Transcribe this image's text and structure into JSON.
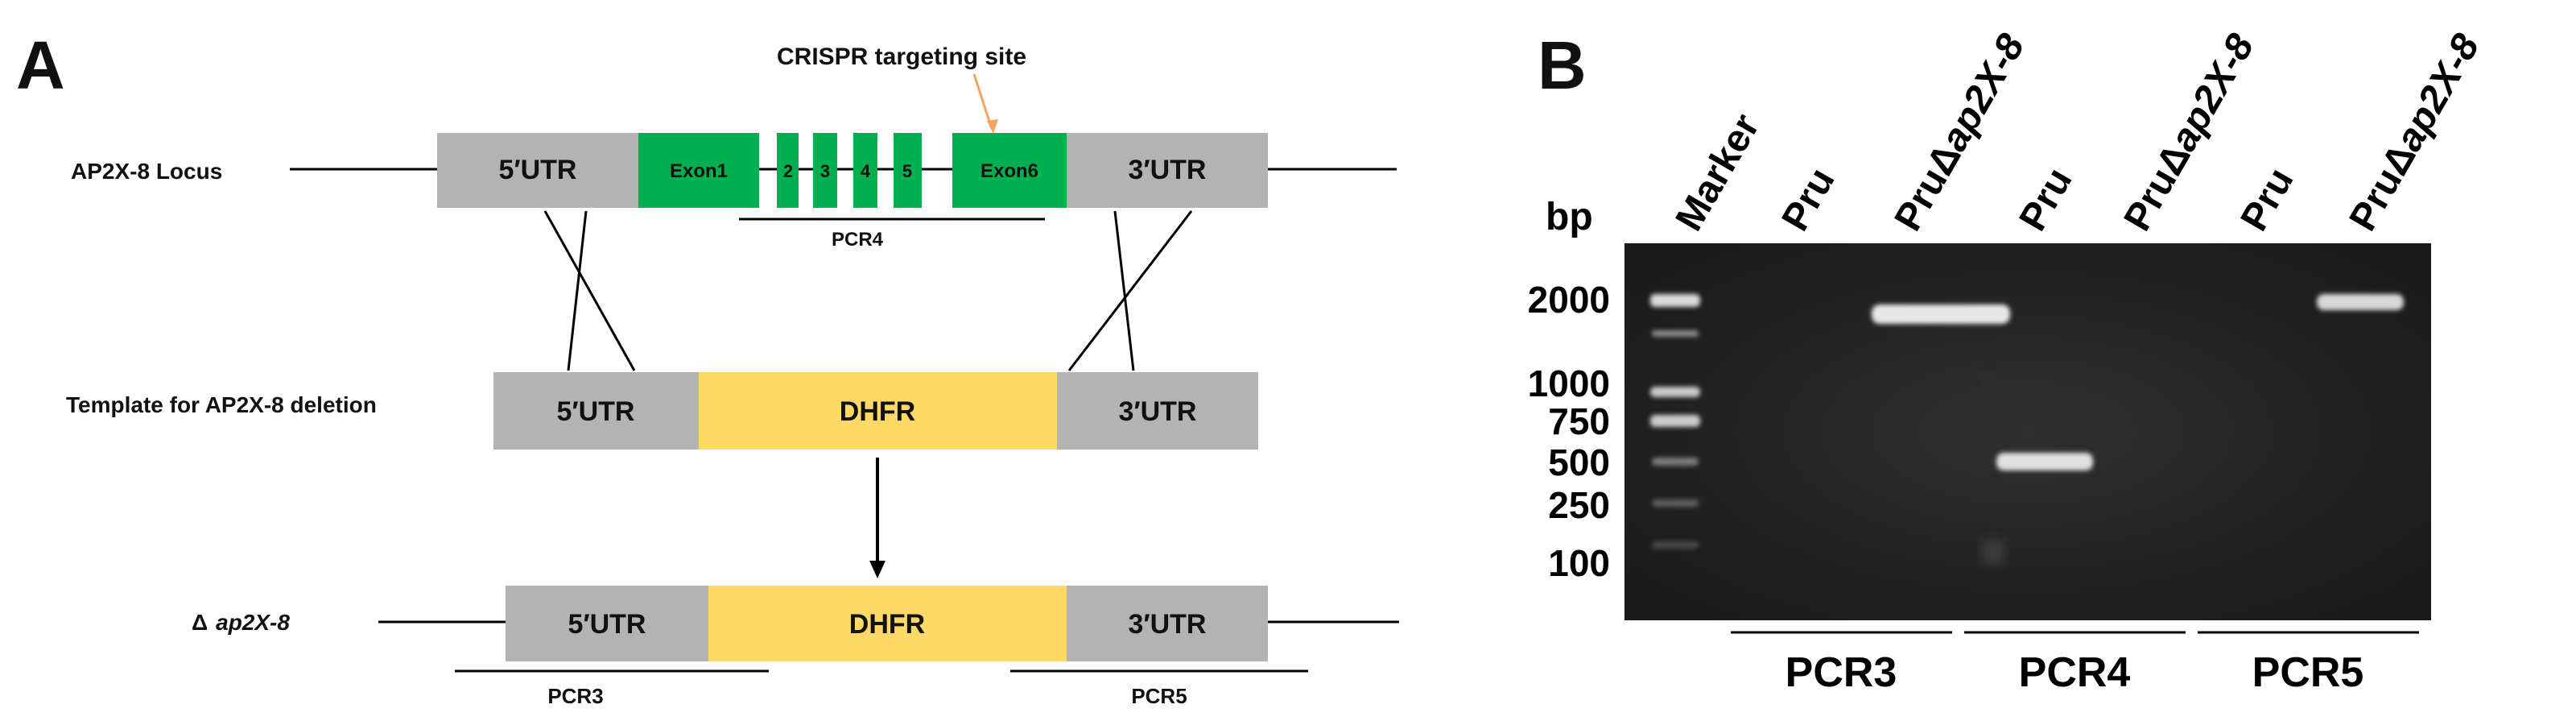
{
  "panel_a": {
    "letter": "A",
    "crispr_label": "CRISPR targeting site",
    "locus": {
      "label": "AP2X-8 Locus",
      "utr5": "5′UTR",
      "utr3": "3′UTR",
      "exon1": "Exon1",
      "exon2": "2",
      "exon3": "3",
      "exon4": "4",
      "exon5": "5",
      "exon6": "Exon6",
      "pcr": "PCR4"
    },
    "template": {
      "label": "Template for AP2X-8 deletion",
      "utr5": "5′UTR",
      "marker": "DHFR",
      "utr3": "3′UTR"
    },
    "deletion": {
      "label_symbol": "Δ",
      "label_name": "ap2X-8",
      "utr5": "5′UTR",
      "marker": "DHFR",
      "utr3": "3′UTR",
      "pcr_left": "PCR3",
      "pcr_right": "PCR5"
    },
    "colors": {
      "utr": "#b3b3b3",
      "exon": "#00b050",
      "dhfr": "#ffd966",
      "arrow": "#f4a460"
    }
  },
  "panel_b": {
    "letter": "B",
    "bp_label": "bp",
    "lanes": [
      {
        "text": "Marker"
      },
      {
        "text": "Pru"
      },
      {
        "prefix": "PruΔ",
        "italic": "ap2X-8"
      },
      {
        "text": "Pru"
      },
      {
        "prefix": "PruΔ",
        "italic": "ap2X-8"
      },
      {
        "text": "Pru"
      },
      {
        "prefix": "PruΔ",
        "italic": "ap2X-8"
      }
    ],
    "ladder": [
      "2000",
      "1000",
      "750",
      "500",
      "250",
      "100"
    ],
    "groups": [
      "PCR3",
      "PCR4",
      "PCR5"
    ]
  }
}
